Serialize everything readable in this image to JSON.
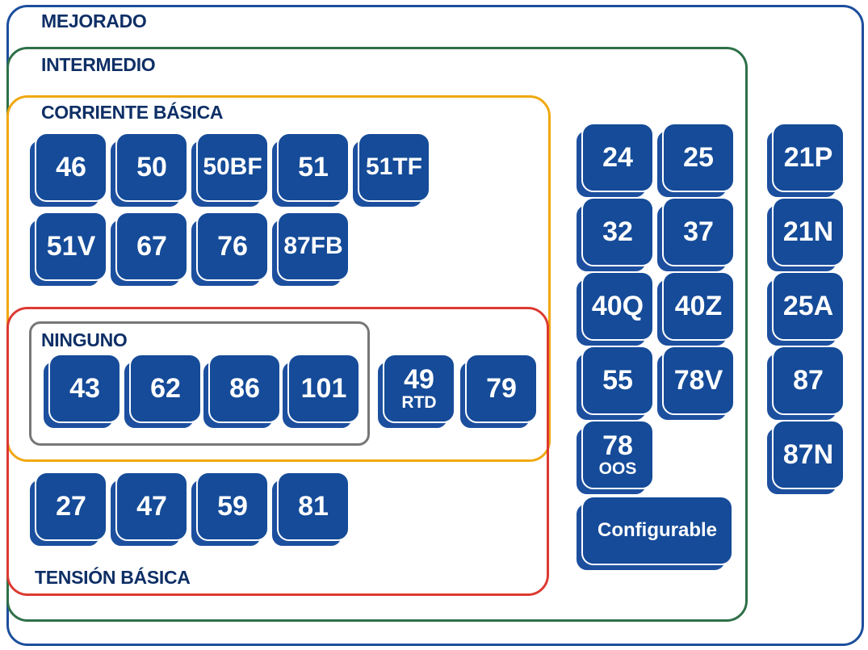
{
  "zones": {
    "mejorado": "MEJORADO",
    "intermedio": "INTERMEDIO",
    "corriente_basica": "CORRIENTE BÁSICA",
    "tension_basica": "TENSIÓN BÁSICA",
    "ninguno": "NINGUNO"
  },
  "tiles": {
    "t46": "46",
    "t50": "50",
    "t50bf": "50BF",
    "t51": "51",
    "t51tf": "51TF",
    "t51v": "51V",
    "t67": "67",
    "t76": "76",
    "t87fb": "87FB",
    "t43": "43",
    "t62": "62",
    "t86": "86",
    "t101": "101",
    "t49": "49",
    "t49_sub": "RTD",
    "t79": "79",
    "t27": "27",
    "t47": "47",
    "t59": "59",
    "t81": "81",
    "t24": "24",
    "t25": "25",
    "t32": "32",
    "t37": "37",
    "t40q": "40Q",
    "t40z": "40Z",
    "t55": "55",
    "t78v": "78V",
    "t78": "78",
    "t78_sub": "OOS",
    "configurable": "Configurable",
    "t21p": "21P",
    "t21n": "21N",
    "t25a": "25A",
    "t87": "87",
    "t87n": "87N"
  },
  "colors": {
    "mejorado_border": "#1c4e9c",
    "intermedio_border": "#2e7048",
    "corriente_border": "#f0a810",
    "tension_border": "#dc3a32",
    "ninguno_border": "#777777",
    "tile_fill": "#154b98",
    "label_text": "#0f2f66"
  }
}
